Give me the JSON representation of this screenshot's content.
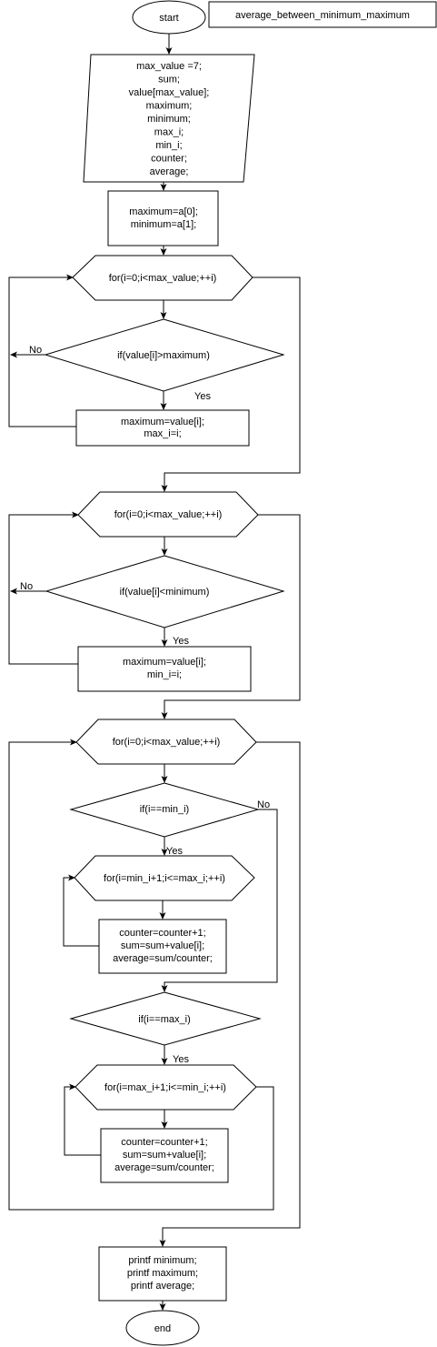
{
  "diagram": {
    "title": "average_between_minimum_maximum",
    "start_label": "start",
    "end_label": "end",
    "declarations": [
      "max_value =7;",
      "sum;",
      "value[max_value];",
      "maximum;",
      "minimum;",
      "max_i;",
      "min_i;",
      "counter;",
      "average;"
    ],
    "init": [
      "maximum=a[0];",
      "minimum=a[1];"
    ],
    "loop1": {
      "header": "for(i=0;i<max_value;++i)",
      "condition": "if(value[i]>maximum)",
      "no_label": "No",
      "yes_label": "Yes",
      "body": [
        "maximum=value[i];",
        "max_i=i;"
      ]
    },
    "loop2": {
      "header": "for(i=0;i<max_value;++i)",
      "condition": "if(value[i]<minimum)",
      "no_label": "No",
      "yes_label": "Yes",
      "body": [
        "maximum=value[i];",
        "min_i=i;"
      ]
    },
    "loop3": {
      "header": "for(i=0;i<max_value;++i)",
      "cond_min": "if(i==min_i)",
      "cond_min_yes": "Yes",
      "cond_min_no": "No",
      "inner_min_header": "for(i=min_i+1;i<=max_i;++i)",
      "inner_min_body": [
        "counter=counter+1;",
        "sum=sum+value[i];",
        "average=sum/counter;"
      ],
      "cond_max": "if(i==max_i)",
      "cond_max_yes": "Yes",
      "inner_max_header": "for(i=max_i+1;i<=min_i;++i)",
      "inner_max_body": [
        "counter=counter+1;",
        "sum=sum+value[i];",
        "average=sum/counter;"
      ]
    },
    "output": [
      "printf minimum;",
      "printf maximum;",
      "printf average;"
    ]
  }
}
